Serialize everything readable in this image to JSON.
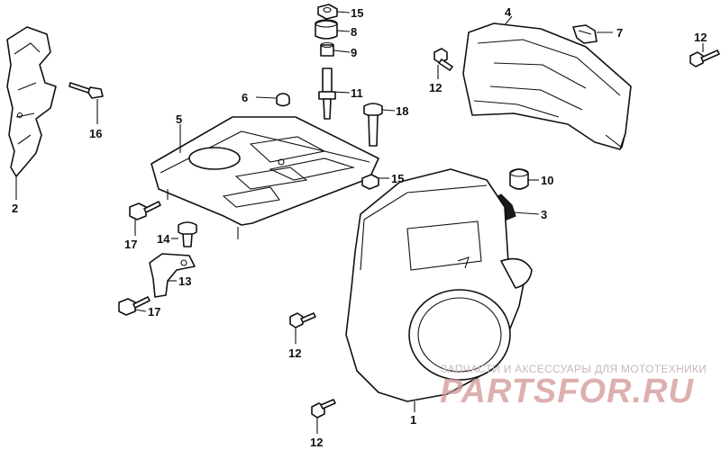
{
  "callouts": [
    {
      "id": "c15a",
      "label": "15"
    },
    {
      "id": "c8",
      "label": "8"
    },
    {
      "id": "c9",
      "label": "9"
    },
    {
      "id": "c6",
      "label": "6"
    },
    {
      "id": "c11",
      "label": "11"
    },
    {
      "id": "c18",
      "label": "18"
    },
    {
      "id": "c5",
      "label": "5"
    },
    {
      "id": "c16",
      "label": "16"
    },
    {
      "id": "c2",
      "label": "2"
    },
    {
      "id": "c4",
      "label": "4"
    },
    {
      "id": "c7",
      "label": "7"
    },
    {
      "id": "c12a",
      "label": "12"
    },
    {
      "id": "c12b",
      "label": "12"
    },
    {
      "id": "c15b",
      "label": "15"
    },
    {
      "id": "c10",
      "label": "10"
    },
    {
      "id": "c3",
      "label": "3"
    },
    {
      "id": "c17a",
      "label": "17"
    },
    {
      "id": "c14",
      "label": "14"
    },
    {
      "id": "c13",
      "label": "13"
    },
    {
      "id": "c17b",
      "label": "17"
    },
    {
      "id": "c12c",
      "label": "12"
    },
    {
      "id": "c12d",
      "label": "12"
    },
    {
      "id": "c1",
      "label": "1"
    }
  ],
  "watermark": {
    "tagline": "ЗАПЧАСТИ И АКСЕССУАРЫ ДЛЯ МОТОТЕХНИКИ",
    "logo": "PARTSFOR.RU"
  },
  "colors": {
    "line": "#111111",
    "watermark": "#d29696"
  }
}
